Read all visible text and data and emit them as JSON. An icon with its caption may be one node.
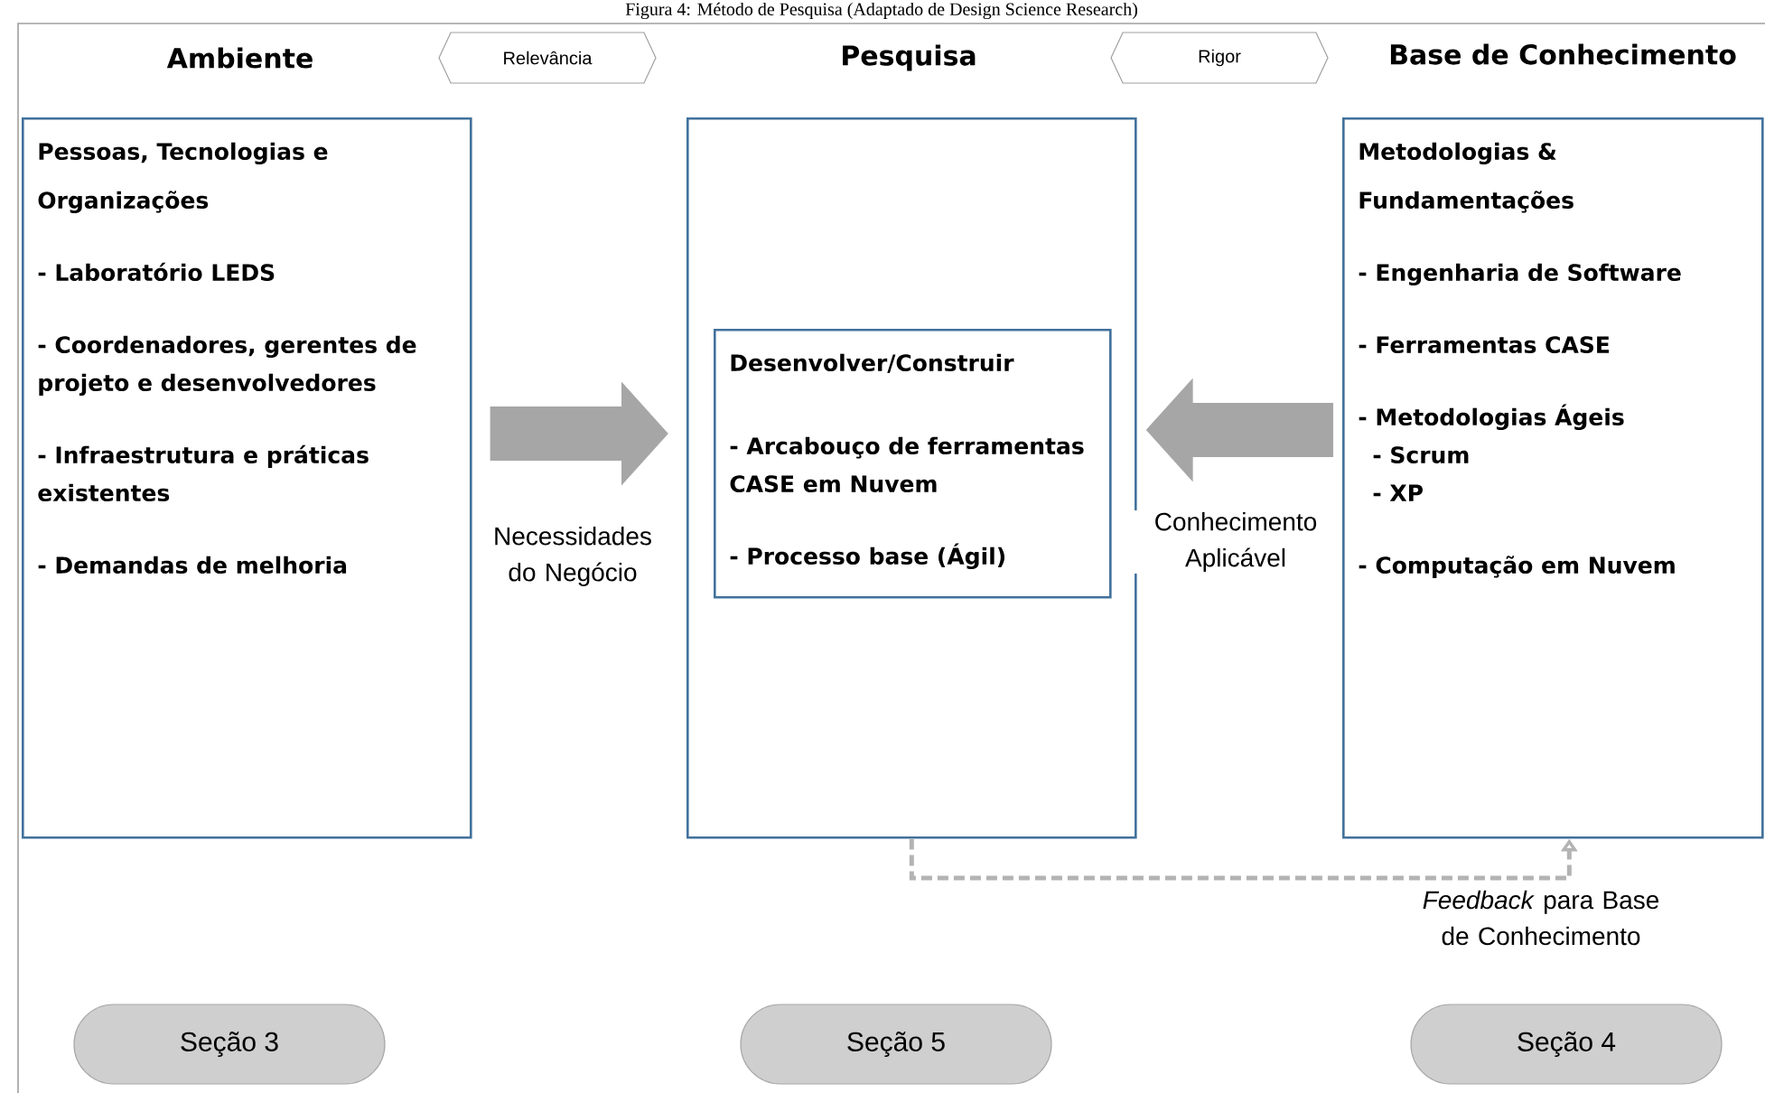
{
  "diagram": {
    "title": "Figura 4: Método de Pesquisa (Adaptado de Design Science Research)",
    "nodes": [
      {
        "text": [
          "Ambiente",
          "Pessoas, Tecnologias e Organizações",
          "- Laboratório LEDS",
          "- Coordenadores, gerentes de projeto e desenvolvedores",
          "- Infraestrutura e práticas existentes",
          "- Demandas de melhoria"
        ]
      },
      {
        "text": [
          "Pesquisa"
        ]
      },
      {
        "text": [
          "Desenvolver/Construir",
          "- Arcabouço de ferramentas CASE em Nuvem",
          "- Processo base (Ágil)"
        ],
        "in": 1
      },
      {
        "text": [
          "Base de Conhecimento",
          "Metodologias & Fundamentações",
          "- Engenharia de Software",
          "- Ferramentas CASE",
          "- Metodologias Ágeis",
          "- Scrum",
          "- XP",
          "- Computação em Nuvem"
        ]
      },
      {
        "text": [
          "Relevância"
        ]
      },
      {
        "text": [
          "Rigor"
        ]
      },
      {
        "text": [
          "Seção 3"
        ]
      },
      {
        "text": [
          "Seção 5"
        ]
      },
      {
        "text": [
          "Seção 4"
        ]
      }
    ],
    "edges": [
      {
        "from": 0,
        "to": 1,
        "arrow": "to",
        "label": "Necessidades do Negócio"
      },
      {
        "from": 3,
        "to": 1,
        "arrow": "to",
        "label": "Conhecimento Aplicável"
      },
      {
        "from": 1,
        "to": 3,
        "arrow": "to",
        "label": "*Feedback* para Base de Conhecimento",
        "style": "dashed",
        "color": "#b3b3b3"
      }
    ]
  }
}
